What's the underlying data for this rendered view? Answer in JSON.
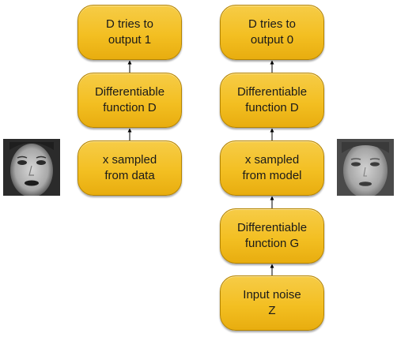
{
  "left_column": {
    "top": "D tries to\noutput 1",
    "middle": "Differentiable\nfunction D",
    "bottom": "x sampled\nfrom data"
  },
  "right_column": {
    "top": "D tries to\noutput 0",
    "middle": "Differentiable\nfunction D",
    "sample": "x sampled\nfrom model",
    "generator": "Differentiable\nfunction G",
    "noise": "Input noise\nZ"
  },
  "colors": {
    "node_fill": "#f3bf22",
    "node_border": "#b58400",
    "arrow": "#000000"
  },
  "images": {
    "left": "real-face-photo",
    "right": "generated-face-photo"
  }
}
